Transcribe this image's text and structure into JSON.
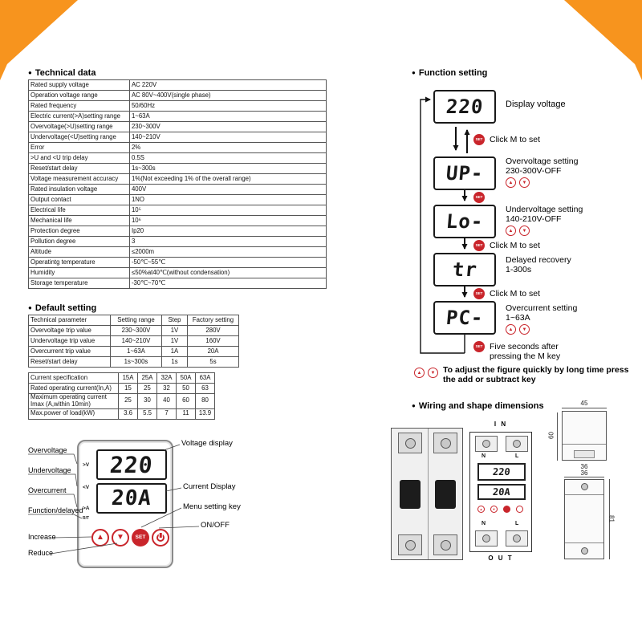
{
  "colors": {
    "accent": "#F7941E",
    "red": "#C9252B"
  },
  "icons": {
    "bullet": "●",
    "up": "▲",
    "down": "▼",
    "set": "SET"
  },
  "technical": {
    "heading": "Technical data",
    "rows": [
      [
        "Rated supply voltage",
        "AC 220V"
      ],
      [
        "Operation voltage range",
        "AC 80V~400V(single phase)"
      ],
      [
        "Rated frequency",
        "50/60Hz"
      ],
      [
        "Electric current(>A)setting range",
        "1~63A"
      ],
      [
        "Overvoltage(>U)setting range",
        "230~300V"
      ],
      [
        "Undervoltage(<U)setting range",
        "140~210V"
      ],
      [
        "Error",
        "2%"
      ],
      [
        ">U and <U trip delay",
        "0.5S"
      ],
      [
        "Reset/start delay",
        "1s~300s"
      ],
      [
        "Voltage measurement accuracy",
        "1%(Not exceeding 1% of the overall range)"
      ],
      [
        "Rated insulation voltage",
        "400V"
      ],
      [
        "Output contact",
        "1NO"
      ],
      [
        "Electrical life",
        "10⁵"
      ],
      [
        "Mechanical life",
        "10⁶"
      ],
      [
        "Protection degree",
        "Ip20"
      ],
      [
        "Pollution degree",
        "3"
      ],
      [
        "Altitude",
        "≤2000m"
      ],
      [
        "Operatintg temperature",
        "-50℃~55℃"
      ],
      [
        "Humidity",
        "≤50%at40℃(without condensation)"
      ],
      [
        "Storage temperature",
        "-30℃~70℃"
      ]
    ]
  },
  "default_setting": {
    "heading": "Default setting",
    "headers": [
      "Technical parameter",
      "Setting range",
      "Step",
      "Factory setting"
    ],
    "rows": [
      [
        "Overvoltage trip value",
        "230~300V",
        "1V",
        "280V"
      ],
      [
        "Undervoltage trip value",
        "140~210V",
        "1V",
        "160V"
      ],
      [
        "Overcurrent trip value",
        "1~63A",
        "1A",
        "20A"
      ],
      [
        "Reset/start delay",
        "1s~300s",
        "1s",
        "5s"
      ]
    ]
  },
  "current_spec": {
    "headers": [
      "Current specification",
      "15A",
      "25A",
      "32A",
      "50A",
      "63A"
    ],
    "rows": [
      [
        "Rated operating current(In,A)",
        "15",
        "25",
        "32",
        "50",
        "63"
      ],
      [
        "Maximum operating current Imax (A,within 10min)",
        "25",
        "30",
        "40",
        "60",
        "80"
      ],
      [
        "Max.power of load(kW)",
        "3.6",
        "5.5",
        "7",
        "11",
        "13.9"
      ]
    ]
  },
  "panel": {
    "labels": {
      "overvoltage": "Overvoltage",
      "undervoltage": "Undervoltage",
      "overcurrent": "Overcurrent",
      "function_delayed": "Function/delayed",
      "increase": "Increase",
      "reduce": "Reduce"
    },
    "indicators": [
      ">V",
      "<V",
      ">A",
      "R/T"
    ],
    "voltage": "220",
    "current": "20A",
    "callouts": {
      "voltage": "Voltage display",
      "current": "Current Display",
      "menu": "Menu setting key",
      "onoff": "ON/OFF"
    }
  },
  "function_setting": {
    "heading": "Function setting",
    "click_m": "Click M to set",
    "steps": [
      {
        "display": "220",
        "title": "Display voltage",
        "subtitle": ""
      },
      {
        "display": "UP-",
        "title": "Overvoltage setting",
        "subtitle": "230-300V-OFF"
      },
      {
        "display": "Lo-",
        "title": "Undervoltage setting",
        "subtitle": "140-210V-OFF"
      },
      {
        "display": "tr",
        "title": "Delayed recovery",
        "subtitle": "1-300s"
      },
      {
        "display": "PC-",
        "title": "Overcurrent setting",
        "subtitle": "1~63A"
      }
    ],
    "five_seconds": "Five seconds after pressing the M key",
    "footer": "To adjust the figure quickly by long time press the add or subtract key"
  },
  "wiring": {
    "heading": "Wiring and shape dimensions",
    "in_label": "I N",
    "out_label": "O U T",
    "n": "N",
    "l": "L",
    "dims": {
      "w45": "45",
      "h60": "60",
      "rail36": "36",
      "body36": "36",
      "body81": "81"
    }
  }
}
